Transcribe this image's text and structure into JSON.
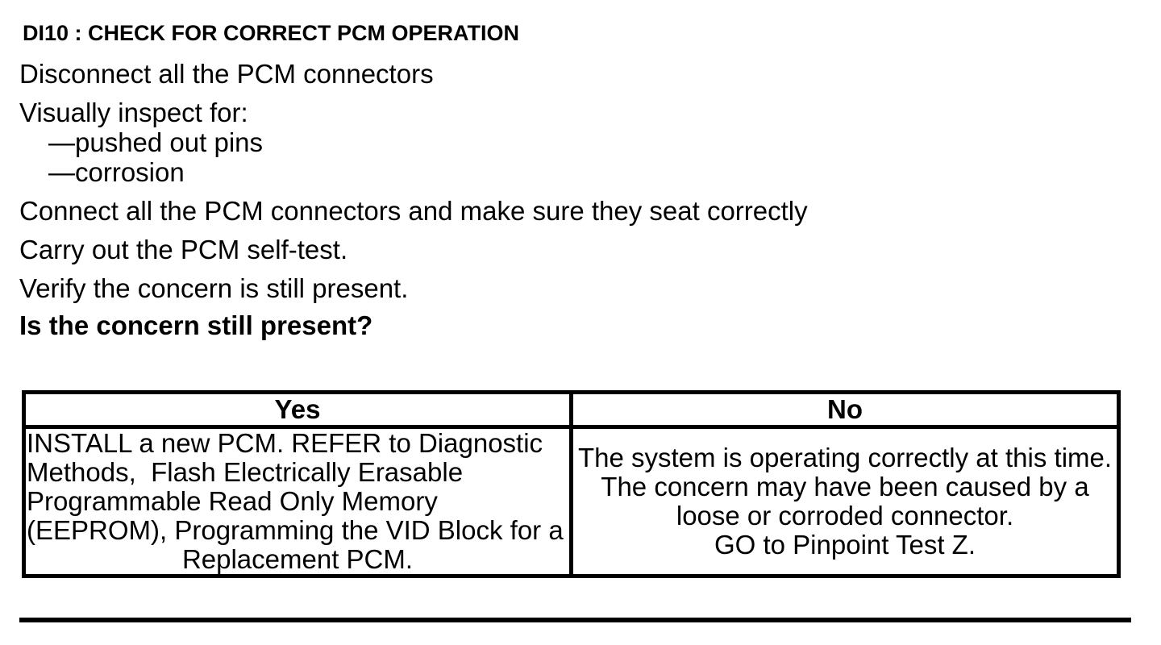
{
  "procedure": {
    "title": "DI10 : CHECK FOR CORRECT PCM OPERATION",
    "steps": [
      "Disconnect all the PCM connectors",
      "Visually inspect for:",
      "Connect all the PCM connectors and make sure they seat correctly",
      "Carry out the PCM self-test.",
      "Verify the concern is still present."
    ],
    "inspect_items": [
      "—pushed out pins",
      "—corrosion"
    ],
    "question": "Is the concern still present?"
  },
  "results_table": {
    "yes_header": "Yes",
    "no_header": "No",
    "yes_lines": [
      "INSTALL a new PCM. REFER to Diagnostic",
      "Methods,  Flash Electrically Erasable",
      "Programmable Read Only Memory",
      "(EEPROM), Programming the VID Block for a",
      "Replacement PCM."
    ],
    "no_lines": [
      "The system is operating correctly at this time.",
      "The concern may have been caused by a",
      "loose or corroded connector.",
      "GO to Pinpoint Test Z."
    ],
    "text_color": "#000000",
    "border_color": "#000000"
  }
}
